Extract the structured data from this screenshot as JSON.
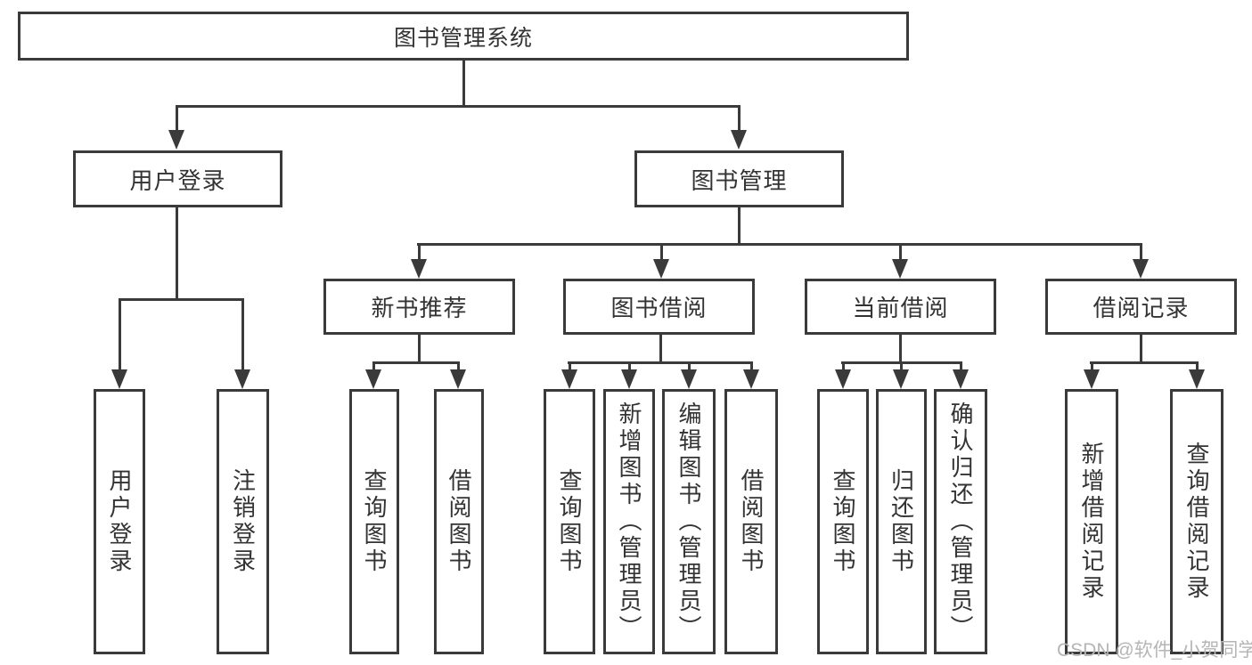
{
  "diagram": {
    "title": "图书管理系统",
    "root": {
      "label": "图书管理系统"
    },
    "level2": [
      {
        "id": "user-login",
        "label": "用户登录"
      },
      {
        "id": "book-management",
        "label": "图书管理"
      }
    ],
    "level3": [
      {
        "id": "new-book-recommend",
        "label": "新书推荐"
      },
      {
        "id": "book-borrow",
        "label": "图书借阅"
      },
      {
        "id": "current-borrow",
        "label": "当前借阅"
      },
      {
        "id": "borrow-record",
        "label": "借阅记录"
      }
    ],
    "leaves": {
      "user_login": [
        "用户登录",
        "注销登录"
      ],
      "new_book": [
        "查询图书",
        "借阅图书"
      ],
      "book_borrow": [
        "查询图书",
        "新增图书（管理员）",
        "编辑图书（管理员）",
        "借阅图书"
      ],
      "current_borrow": [
        "查询图书",
        "归还图书",
        "确认归还（管理员）"
      ],
      "borrow_record": [
        "新增借阅记录",
        "查询借阅记录"
      ]
    },
    "colors": {
      "line": "#3a3a3a",
      "text": "#333333",
      "watermark_text_color": "#b5b5b5"
    },
    "watermark": "CSDN @软件_小贺同学"
  }
}
